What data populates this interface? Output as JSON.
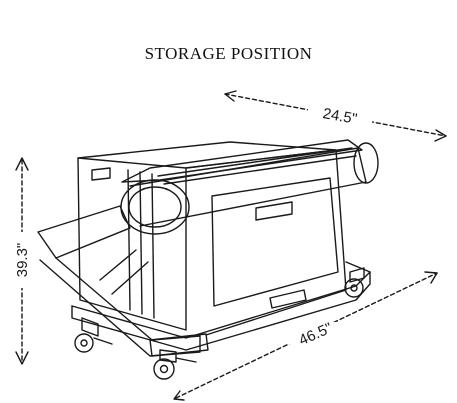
{
  "title": "STORAGE POSITION",
  "dimensions": {
    "depth": "24.5\"",
    "height": "39.3\"",
    "width": "46.5\""
  },
  "colors": {
    "ink": "#1a1a1a",
    "paper": "#ffffff"
  }
}
